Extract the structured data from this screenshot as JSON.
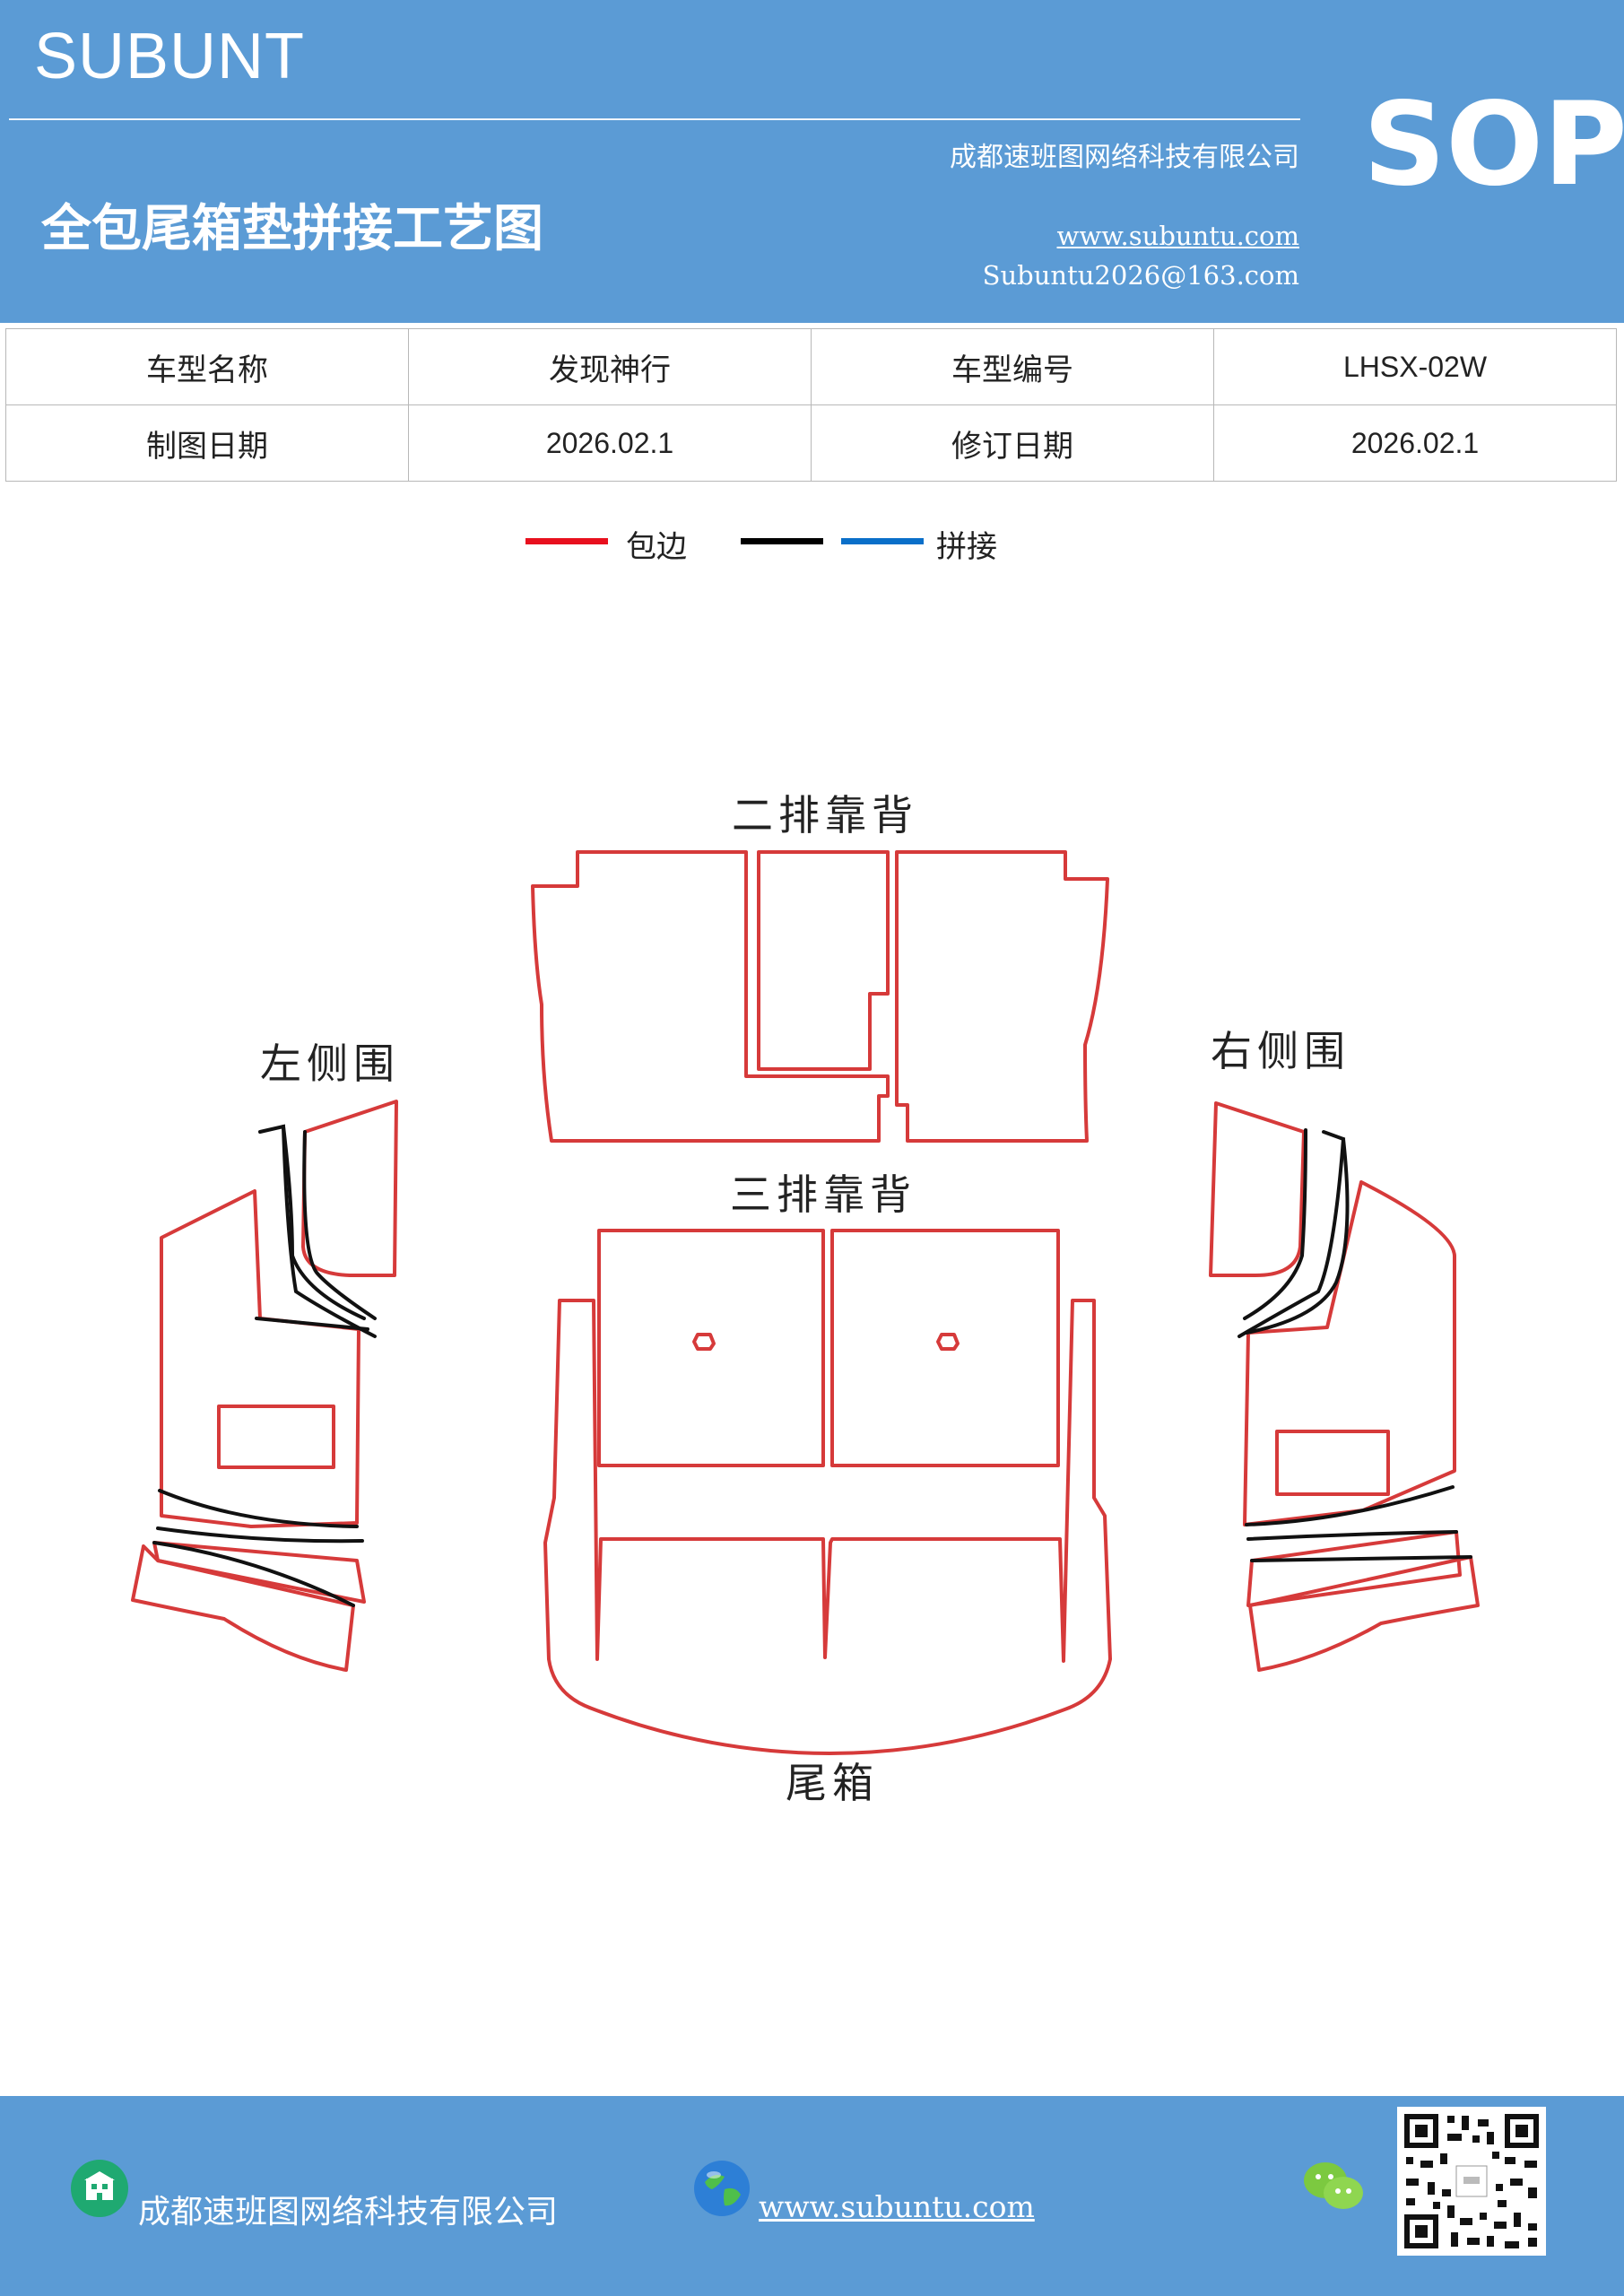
{
  "header": {
    "brand": "SUBUNT",
    "title": "全包尾箱垫拼接工艺图",
    "company": "成都速班图网络科技有限公司",
    "website": "www.subuntu.com",
    "email": "Subuntu2026@163.com",
    "badge": "SOP",
    "bg_color": "#5b9bd5"
  },
  "info_table": {
    "rows": [
      [
        "车型名称",
        "发现神行",
        "车型编号",
        "LHSX-02W"
      ],
      [
        "制图日期",
        "2026.02.1",
        "修订日期",
        "2026.02.1"
      ]
    ]
  },
  "legend": {
    "items": [
      {
        "color": "#e8101e",
        "label": "包边"
      },
      {
        "color": "#000000",
        "label": ""
      },
      {
        "color": "#0a6fc9",
        "label": "拼接"
      }
    ]
  },
  "diagram": {
    "labels": {
      "second_row": "二排靠背",
      "third_row": "三排靠背",
      "left_side": "左侧围",
      "right_side": "右侧围",
      "trunk": "尾箱"
    },
    "colors": {
      "edge": "#d63a3a",
      "seam": "#111111"
    }
  },
  "footer": {
    "company": "成都速班图网络科技有限公司",
    "website": "www.subuntu.com",
    "icons": [
      "building-icon",
      "globe-icon",
      "wechat-icon",
      "qr-code"
    ]
  }
}
